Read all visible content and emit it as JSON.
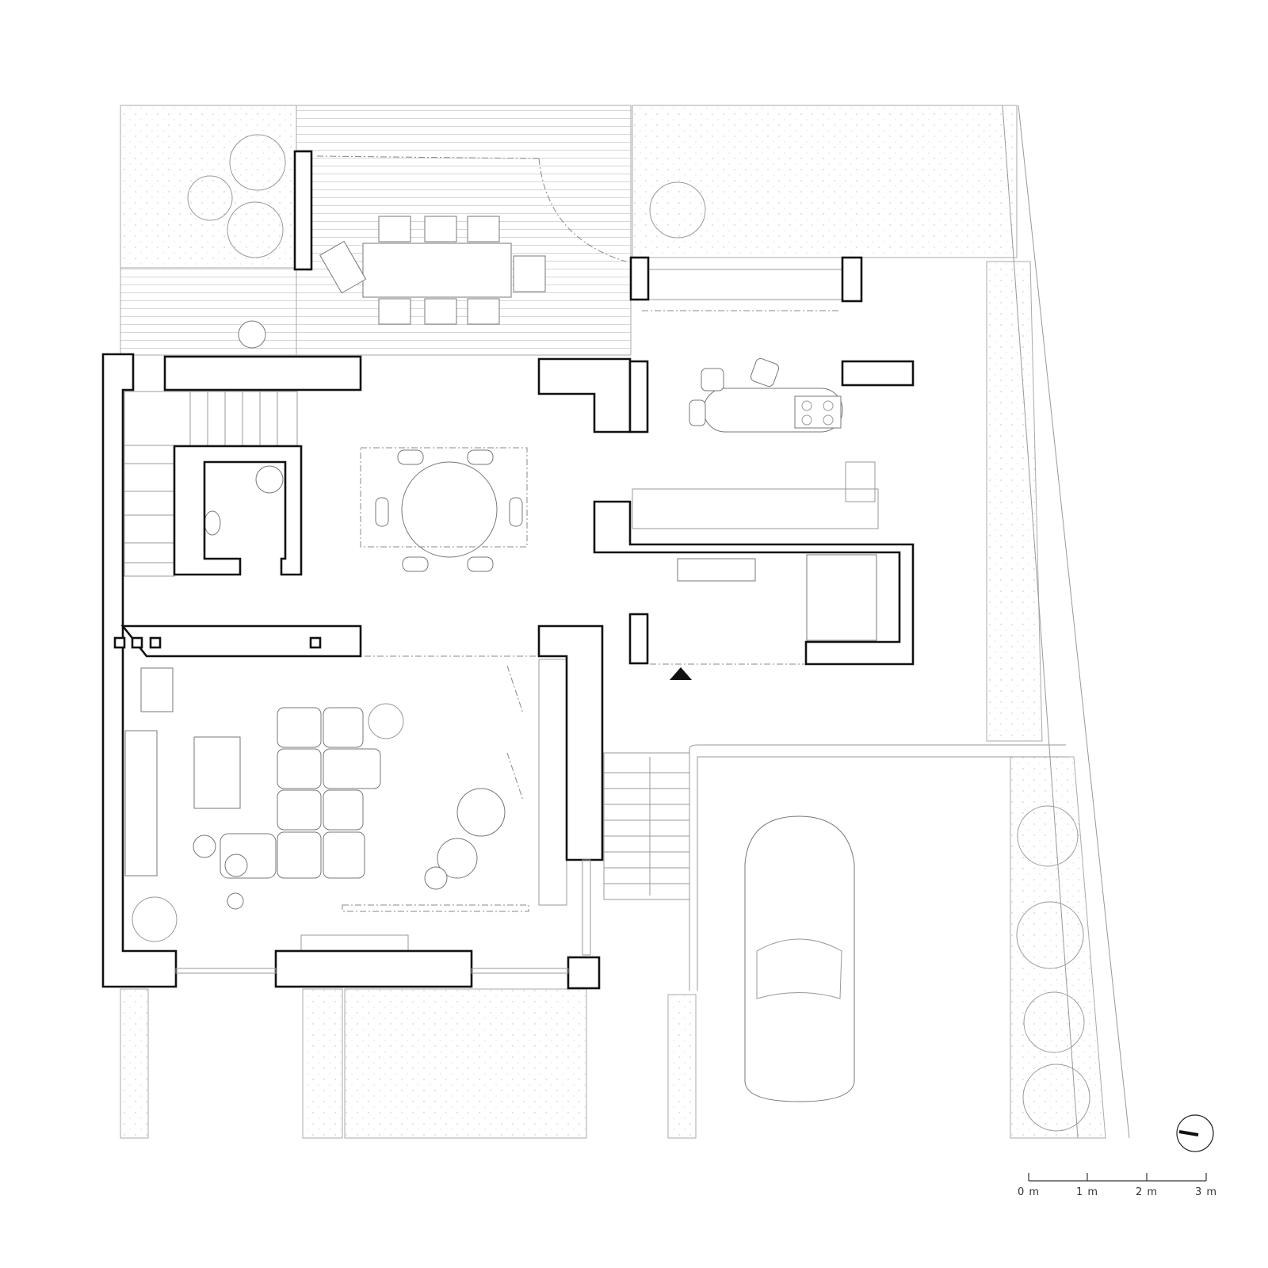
{
  "scale_bar": {
    "labels": [
      "0 m",
      "1 m",
      "2 m",
      "3 m"
    ]
  },
  "north_arrow": {
    "icon": "north-arrow-icon"
  },
  "colors": {
    "wall": "#111111",
    "line": "#999999",
    "background": "#ffffff"
  }
}
